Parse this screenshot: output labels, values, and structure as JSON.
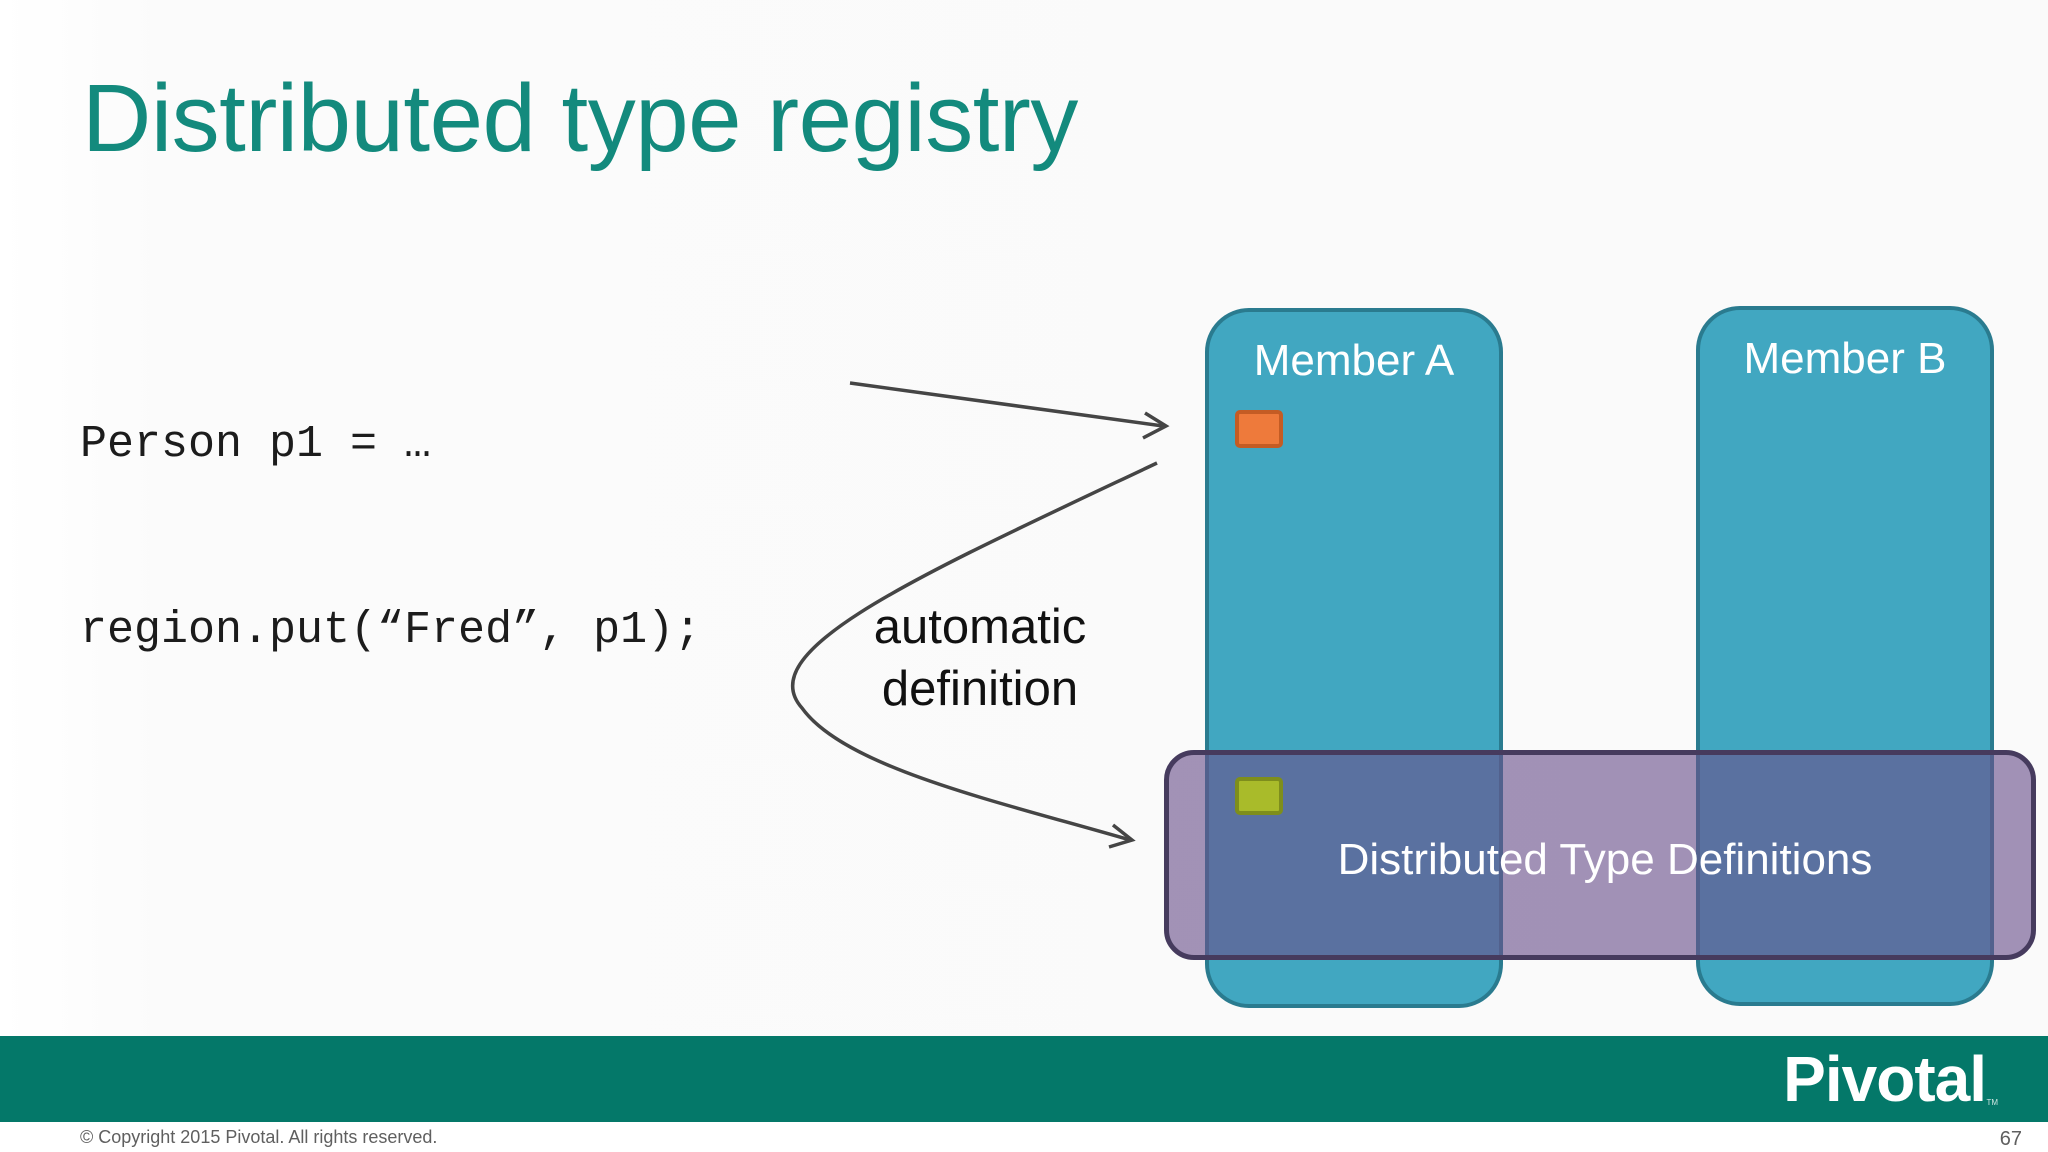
{
  "slide": {
    "title": "Distributed type registry",
    "page_number": "67",
    "copyright": "© Copyright 2015 Pivotal. All rights reserved."
  },
  "code": {
    "lines": [
      "Person p1 = …",
      "region.put(“Fred”, p1);"
    ]
  },
  "diagram": {
    "member_a": "Member A",
    "member_b": "Member B",
    "registry_label": "Distributed Type Definitions",
    "arrow_label_line1": "automatic",
    "arrow_label_line2": "definition"
  },
  "brand": {
    "logo_text": "Pivotal",
    "logo_tm": "TM"
  },
  "colors": {
    "title": "#138a7d",
    "footer": "#047869",
    "member_fill": "#41a7c1",
    "registry_fill": "#6b518c",
    "object_marker": "#ee7a3b",
    "type_marker": "#a9bb2a"
  },
  "icons": {
    "object_marker": "orange-square",
    "type_marker": "green-square"
  }
}
